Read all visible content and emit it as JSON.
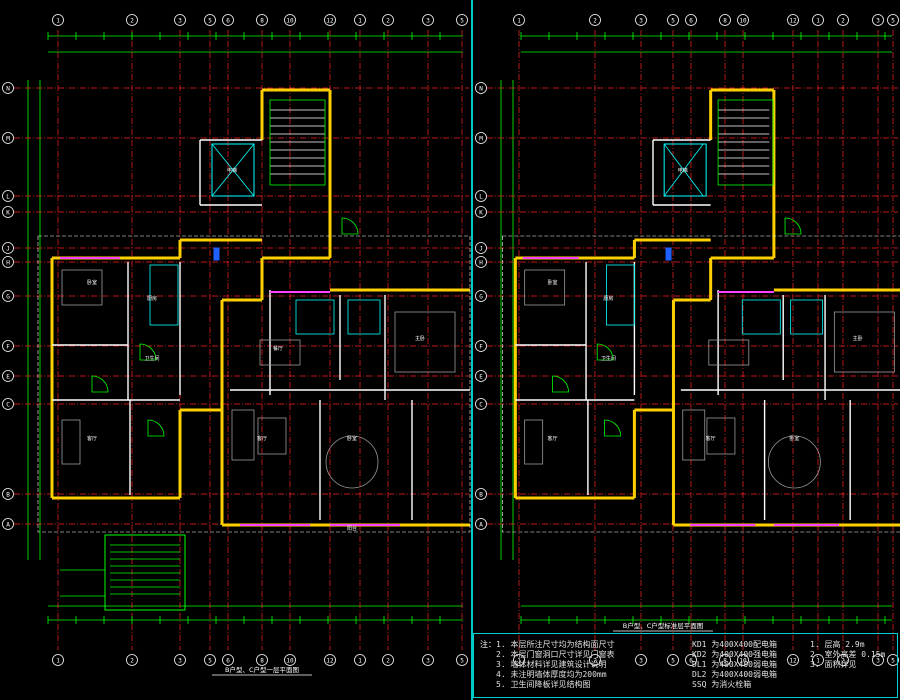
{
  "left_panel": {
    "title": "B户型、C户型一层平面图",
    "scale": "1:100",
    "room_labels": [
      "卧室",
      "客厅",
      "厨房",
      "卫生间",
      "餐厅",
      "阳台",
      "电梯",
      "客厅",
      "卧室",
      "主卧"
    ],
    "grid_top": [
      "1",
      "2",
      "3",
      "5",
      "6",
      "8",
      "10",
      "12"
    ],
    "grid_left": [
      "N",
      "M",
      "L",
      "K",
      "J",
      "H",
      "G",
      "F",
      "E",
      "C",
      "B",
      "A"
    ]
  },
  "right_panel": {
    "title": "B户型、C户型标准层平面图",
    "scale": "1:100",
    "room_labels": [
      "卧室",
      "客厅",
      "厨房",
      "卫生间",
      "电梯",
      "客厅",
      "卧室",
      "主卧"
    ],
    "grid_top": [
      "1",
      "2",
      "3",
      "5",
      "6",
      "8",
      "10",
      "12"
    ],
    "grid_left": [
      "N",
      "M",
      "L",
      "K",
      "J",
      "H",
      "G",
      "F",
      "E",
      "C",
      "B",
      "A"
    ]
  },
  "notes": {
    "heading": "注：",
    "col1": [
      "1. 本层所注尺寸均为结构面尺寸",
      "2. 本层门窗洞口尺寸详见门窗表",
      "3. 墙体材料详见建筑设计说明",
      "4. 未注明墙体厚度均为200mm",
      "5. 卫生间降板详见结构图"
    ],
    "col2": [
      "KD1 为400X400配电箱",
      "KD2 为400X400强电箱",
      "DL1 为400X400弱电箱",
      "DL2 为400X400弱电箱",
      "SSQ 为消火栓箱"
    ],
    "col3": [
      "1. 层高 2.9m",
      "2. 室外高差 0.15m",
      "3. 面积详见"
    ]
  }
}
